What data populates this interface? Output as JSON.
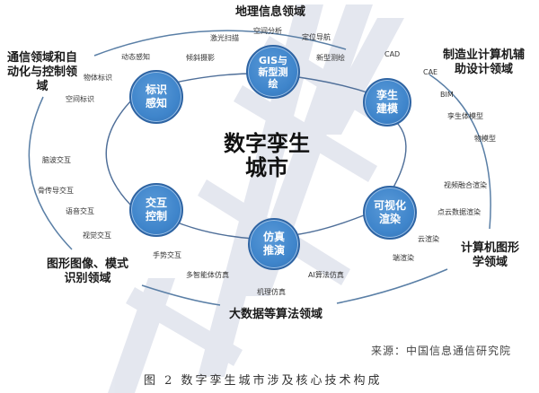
{
  "colors": {
    "bubble_fill": "#4a8ed2",
    "bubble_border": "#2e64a3",
    "ring_line": "#5a7fa6",
    "watermark": "#dfe3ec",
    "text_dark": "#1a1a1a",
    "text_tech": "#333333"
  },
  "center": {
    "title": "数字孪生\n城市"
  },
  "bubbles": [
    {
      "id": "identification",
      "label": "标识\n感知"
    },
    {
      "id": "gis",
      "label": "GIS与\n新型测\n绘"
    },
    {
      "id": "twin-modeling",
      "label": "孪生\n建模"
    },
    {
      "id": "interaction",
      "label": "交互\n控制"
    },
    {
      "id": "visualization",
      "label": "可视化\n渲染"
    },
    {
      "id": "simulation",
      "label": "仿真\n推演"
    }
  ],
  "domains": {
    "geo": "地理信息领域",
    "comm": "通信领域和自\n动化与控制领\n域",
    "cad": "制造业计算机辅\n助设计领域",
    "graphics_pattern": "图形图像、模式\n识别领域",
    "computer_graphics": "计算机图形\n学领域",
    "bigdata": "大数据等算法领域"
  },
  "techs": {
    "dynamic_sensing": "动态感知",
    "object_id": "物体标识",
    "space_id": "空间标识",
    "laser_scan": "激光扫描",
    "oblique_photo": "倾斜摄影",
    "spatial_analysis": "空间分析",
    "positioning": "定位导航",
    "new_survey": "新型测绘",
    "cad": "CAD",
    "cae": "CAE",
    "bim": "BIM",
    "twin_model": "孪生体模型",
    "object_model": "物模型",
    "brainwave": "脑波交互",
    "bone": "骨传导交互",
    "voice": "语音交互",
    "visual": "视觉交互",
    "gesture": "手势交互",
    "multi_agent": "多智能体仿真",
    "mechanism": "机理仿真",
    "ai_sim": "AI算法仿真",
    "video_fusion": "视频融合渲染",
    "point_cloud": "点云数据渲染",
    "cloud_render": "云渲染",
    "edge_render": "端渲染"
  },
  "source": "来源：中国信息通信研究院",
  "caption": "图 2 数字孪生城市涉及核心技术构成"
}
